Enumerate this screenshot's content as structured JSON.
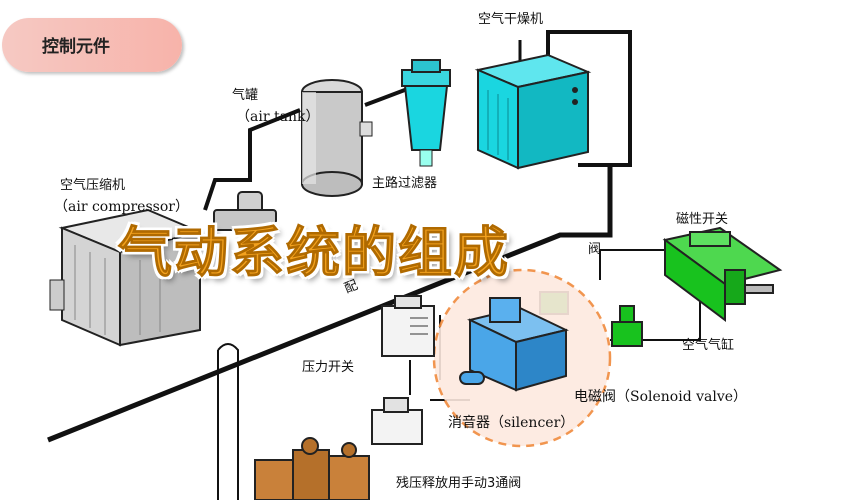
{
  "badge": {
    "text": "控制元件"
  },
  "title": "气动系统的组成",
  "labels": {
    "dryer": "空气干燥机",
    "tank_cn": "气罐",
    "tank_en": "（air tank）",
    "main_filter": "主路过滤器",
    "compressor_cn": "空气压缩机",
    "compressor_en": "（air compressor）",
    "magnetic_switch": "磁性开关",
    "cylinder": "空气气缸",
    "pressure_switch": "压力开关",
    "solenoid": "电磁阀（Solenoid valve）",
    "silencer": "消音器（silencer）",
    "relief_valve": "残压释放用手动3通阀",
    "partial_1": "阀",
    "partial_2": "配"
  },
  "colors": {
    "dryer": "#1ad6e0",
    "tank": "#c9c9c9",
    "compressor": "#d4d4d4",
    "solenoid": "#4aa6e8",
    "coil_green": "#18c21e",
    "frl": "#c9813a",
    "title": "#f3a21f",
    "dashed_circle": "#f08a3c"
  }
}
